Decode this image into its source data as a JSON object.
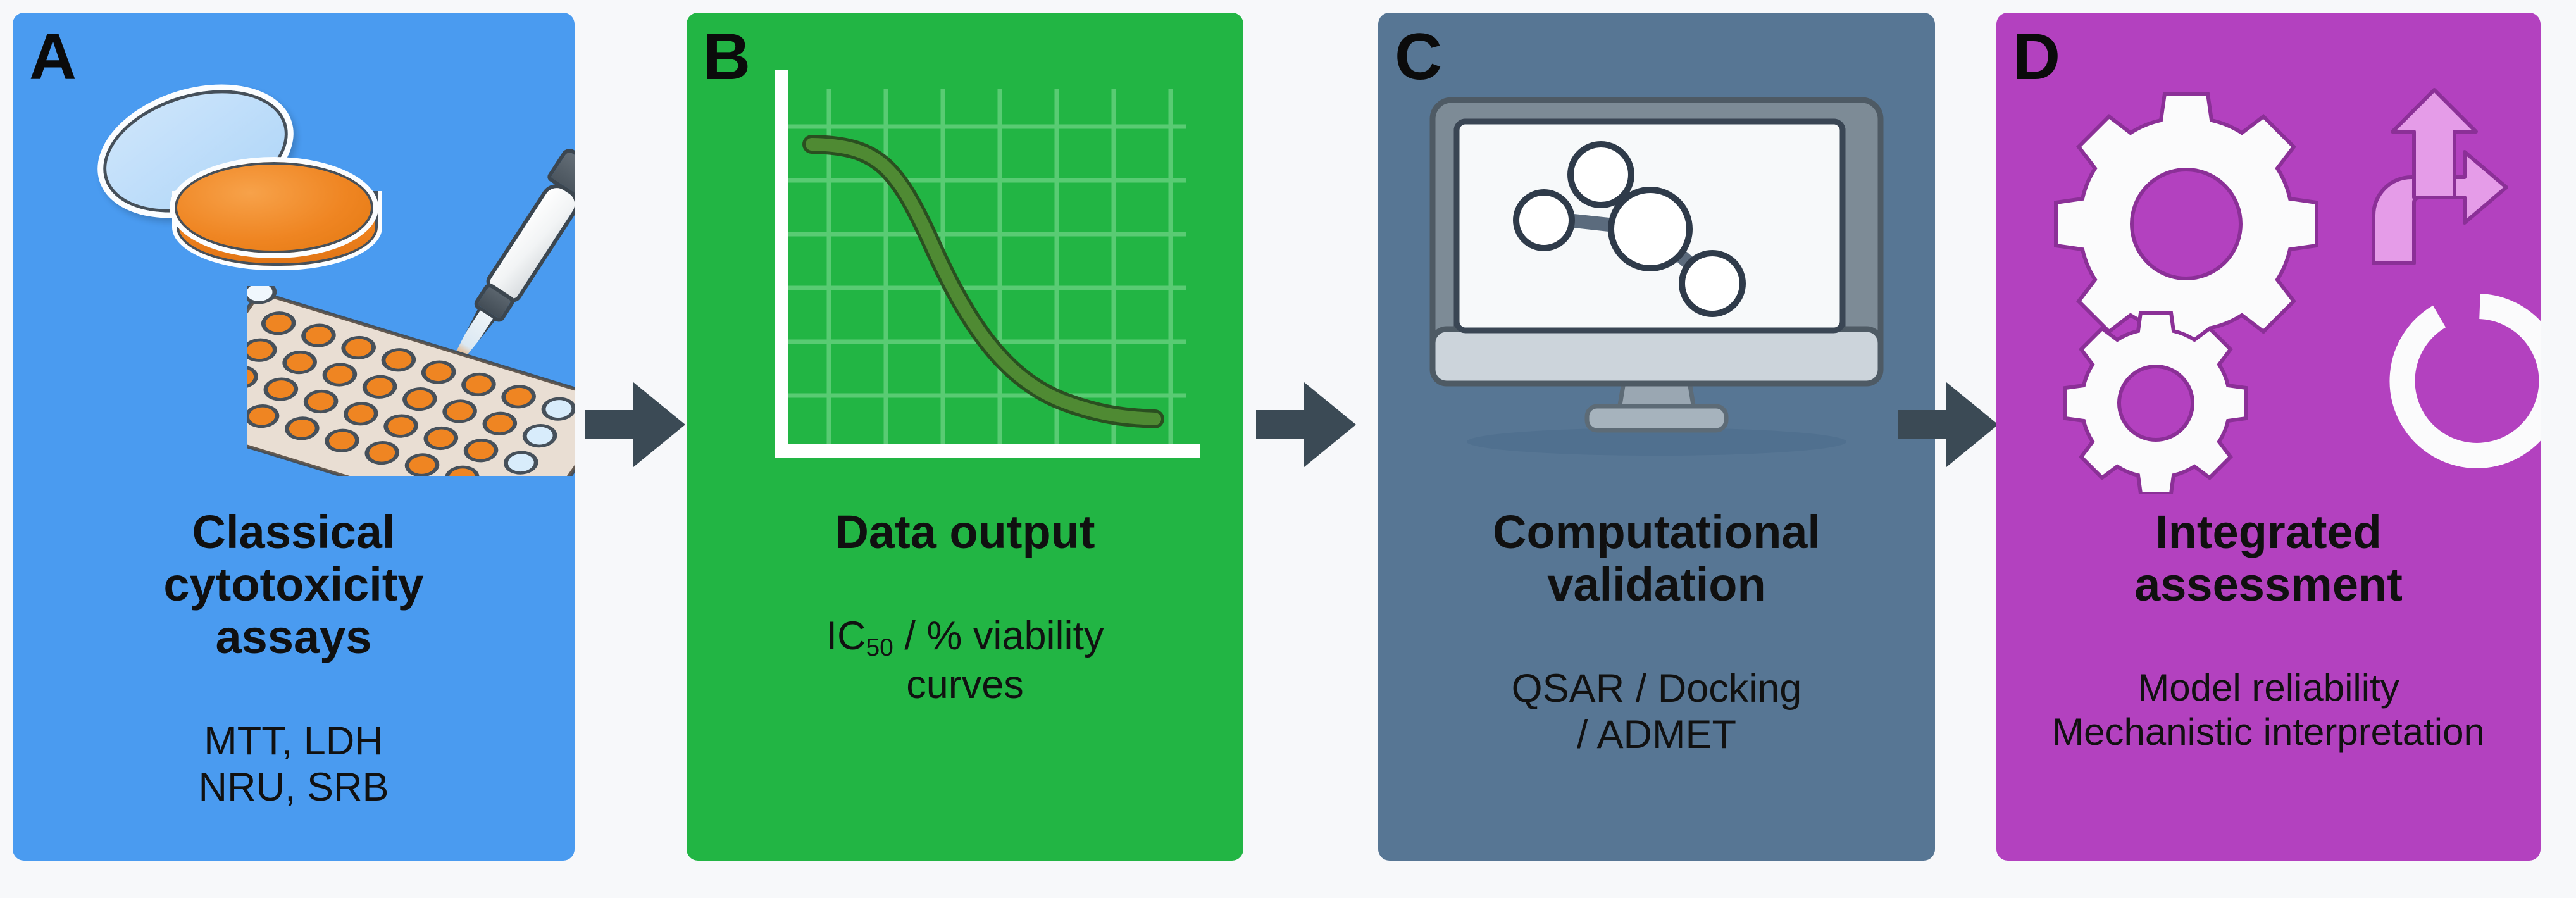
{
  "figure": {
    "background_color": "#f7f8fa",
    "arrow_color": "#3b4a55",
    "arrow_count": 3,
    "panel_count": 4
  },
  "panels": [
    {
      "letter": "A",
      "title": "Classical\ncytotoxicity\nassays",
      "subtitle": "MTT, LDH\nNRU, SRB",
      "color": "#4a9bf0",
      "icon": "petri-dish-pipette-microplate"
    },
    {
      "letter": "B",
      "title": "Data output",
      "subtitle_pre": "IC",
      "subtitle_sub": "50",
      "subtitle_post": " / % viability\ncurves",
      "color": "#22b544",
      "icon": "dose-response-curve-chart"
    },
    {
      "letter": "C",
      "title": "Computational\nvalidation",
      "subtitle": "QSAR / Docking\n/ ADMET",
      "color": "#577694",
      "icon": "monitor-molecule"
    },
    {
      "letter": "D",
      "title": "Integrated\nassessment",
      "subtitle": "Model reliability\nMechanistic interpretation",
      "color": "#b341bf",
      "icon": "gears-branch-refresh"
    }
  ],
  "chart_data": {
    "type": "line",
    "title": "",
    "xlabel": "",
    "ylabel": "",
    "grid": true,
    "legend": "none",
    "xlim": [
      0,
      10
    ],
    "ylim": [
      0,
      100
    ],
    "series": [
      {
        "name": "% viability",
        "x": [
          0,
          1,
          2,
          3,
          4,
          5,
          6,
          7,
          8,
          9,
          10
        ],
        "values": [
          98,
          96,
          92,
          82,
          64,
          44,
          28,
          18,
          12,
          9,
          8
        ]
      }
    ]
  }
}
